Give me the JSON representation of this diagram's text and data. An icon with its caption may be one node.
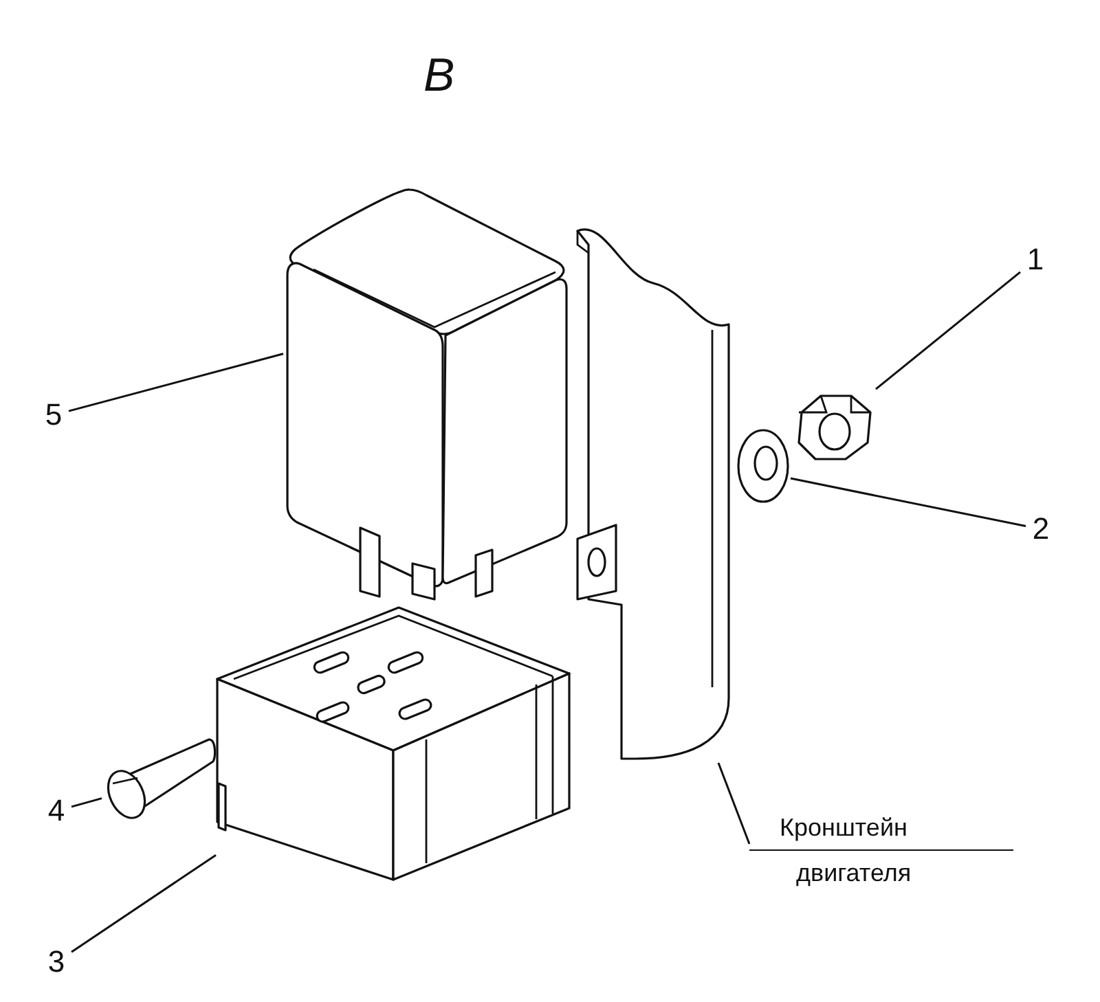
{
  "diagram": {
    "title": "В",
    "nodes": [
      {
        "text": [
          "1"
        ]
      },
      {
        "text": [
          "5"
        ]
      },
      {
        "text": [
          "2"
        ]
      },
      {
        "text": [
          "4"
        ]
      },
      {
        "text": [
          "Кронштейн",
          "двигателя"
        ]
      },
      {
        "text": [
          "3"
        ]
      },
      {
        "text": [],
        "shape": "picture"
      },
      {
        "text": [],
        "shape": "picture"
      },
      {
        "text": [],
        "shape": "picture"
      },
      {
        "text": [],
        "shape": "picture"
      },
      {
        "text": [],
        "shape": "picture"
      },
      {
        "text": [],
        "shape": "picture"
      }
    ],
    "edges": [
      {
        "from": 0,
        "to": 8,
        "arrow": "none"
      },
      {
        "from": 1,
        "to": 6,
        "arrow": "none"
      },
      {
        "from": 2,
        "to": 9,
        "arrow": "none"
      },
      {
        "from": 3,
        "to": 11,
        "arrow": "none"
      },
      {
        "from": 4,
        "to": 7,
        "arrow": "none"
      },
      {
        "from": 5,
        "to": 10,
        "arrow": "none"
      }
    ]
  }
}
